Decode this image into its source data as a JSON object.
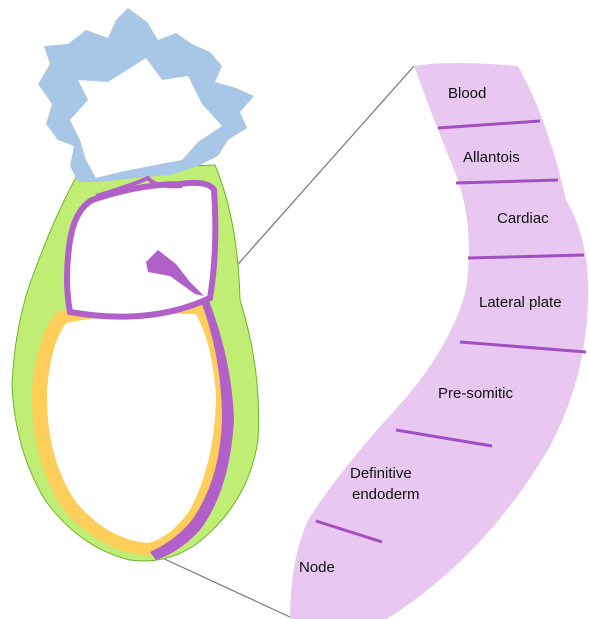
{
  "colors": {
    "ectoplacental": "#a8c6e6",
    "visceral_endoderm": "#c0ee74",
    "mesoderm": "#b060c8",
    "epiblast": "#fdcf5a",
    "strip_fill": "#e8c8f0",
    "divider": "#a050c0",
    "guide_line": "#777777"
  },
  "regions": {
    "blood": "Blood",
    "allantois": "Allantois",
    "cardiac": "Cardiac",
    "lateral_plate": "Lateral plate",
    "pre_somitic": "Pre-somitic",
    "definitive_endoderm_1": "Definitive",
    "definitive_endoderm_2": "endoderm",
    "node": "Node"
  }
}
